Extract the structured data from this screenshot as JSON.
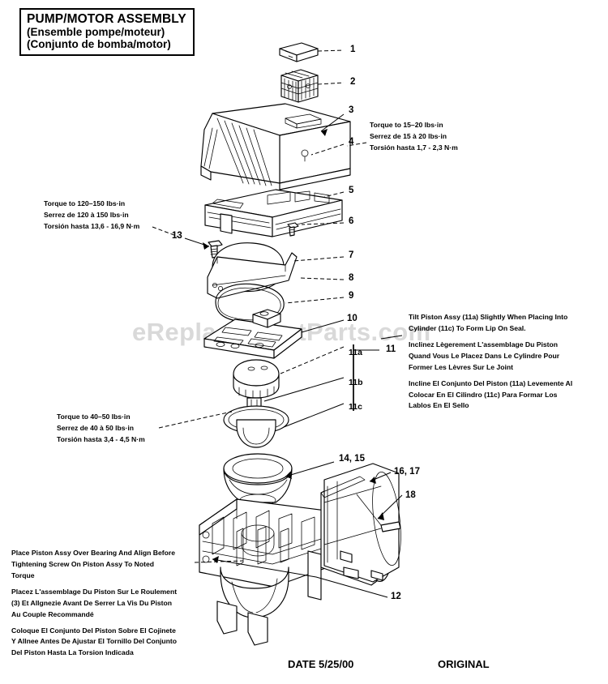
{
  "document": {
    "title_en": "PUMP/MOTOR ASSEMBLY",
    "title_fr": "(Ensemble pompe/moteur)",
    "title_es": "(Conjunto de bomba/motor)",
    "date_label": "DATE 5/25/00",
    "revision": "ORIGINAL",
    "watermark": "eReplacementParts.com"
  },
  "notes": {
    "torque_120_150": {
      "line_en": "Torque to 120–150 lbs·in",
      "line_fr": "Serrez de 120 à 150 lbs·in",
      "line_es": "Torsión hasta 13,6 - 16,9 N·m"
    },
    "torque_15_20": {
      "line_en": "Torque to 15–20 lbs·in",
      "line_fr": "Serrez de 15 à 20 lbs·in",
      "line_es": "Torsión hasta 1,7 - 2,3 N·m"
    },
    "torque_40_50": {
      "line_en": "Torque to 40–50 lbs·in",
      "line_fr": "Serrez de 40 à 50 lbs·in",
      "line_es": "Torsión hasta 3,4 - 4,5 N·m"
    },
    "tilt_piston": {
      "en_1": "Tilt Piston Assy (11a) Slightly When Placing Into",
      "en_2": "Cylinder (11c) To Form Lip On Seal.",
      "fr_1": "Inclinez Lègerement L'assemblage Du Piston",
      "fr_2": "Quand Vous Le Placez Dans Le Cylindre Pour",
      "fr_3": "Former Les Lèvres Sur Le Joint",
      "es_1": "Incline El Conjunto Del Piston (11a) Levemente Al",
      "es_2": "Colocar En El Cilindro (11c) Para Formar Los",
      "es_3": "Lablos En El Sello"
    },
    "place_piston": {
      "en_1": "Place Piston Assy Over Bearing And Align Before",
      "en_2": "Tightening Screw On Piston Assy To Noted",
      "en_3": "Torque",
      "fr_1": "Placez L'assemblage Du Piston Sur Le Roulement",
      "fr_2": "(3) Et Allgnezie Avant De Serrer La Vis Du Piston",
      "fr_3": "Au Couple Recommandé",
      "es_1": "Coloque El Conjunto Del Piston Sobre El Cojinete",
      "es_2": "Y Allnee Antes De Ajustar El Tornillo Del Conjunto",
      "es_3": "Del Piston Hasta La Torsion Indicada"
    }
  },
  "callouts": [
    {
      "id": "1",
      "label": "1"
    },
    {
      "id": "2",
      "label": "2"
    },
    {
      "id": "3",
      "label": "3"
    },
    {
      "id": "4",
      "label": "4"
    },
    {
      "id": "5",
      "label": "5"
    },
    {
      "id": "6",
      "label": "6"
    },
    {
      "id": "7",
      "label": "7"
    },
    {
      "id": "8",
      "label": "8"
    },
    {
      "id": "9",
      "label": "9"
    },
    {
      "id": "10",
      "label": "10"
    },
    {
      "id": "11",
      "label": "11"
    },
    {
      "id": "11a",
      "label": "11a"
    },
    {
      "id": "11b",
      "label": "11b"
    },
    {
      "id": "11c",
      "label": "11c"
    },
    {
      "id": "12",
      "label": "12"
    },
    {
      "id": "13",
      "label": "13"
    },
    {
      "id": "14_15",
      "label": "14, 15"
    },
    {
      "id": "16_17",
      "label": "16, 17"
    },
    {
      "id": "18",
      "label": "18"
    }
  ]
}
